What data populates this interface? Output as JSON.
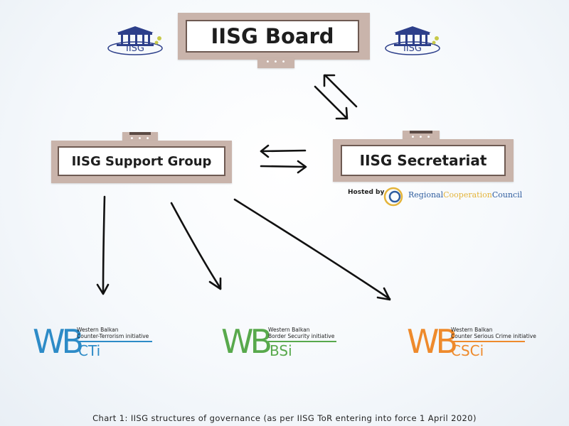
{
  "board": {
    "title": "IISG Board"
  },
  "support_group": {
    "title": "IISG Support Group"
  },
  "secretariat": {
    "title": "IISG Secretariat"
  },
  "hosted": {
    "label": "Hosted by",
    "org_part1": "Regional",
    "org_part2": "Cooperation",
    "org_part3": "Council"
  },
  "logos": {
    "iisg_text": "IISG"
  },
  "initiatives": [
    {
      "letters": "WB",
      "short": "CTi",
      "line1": "Western Balkan",
      "line2": "Counter-Terrorism initiative",
      "color": "#2d8bc7"
    },
    {
      "letters": "WB",
      "short": "BSi",
      "line1": "Western Balkan",
      "line2": "Border Security initiative",
      "color": "#58a94c"
    },
    {
      "letters": "WB",
      "short": "CSCi",
      "line1": "Western Balkan",
      "line2": "Counter Serious Crime initiative",
      "color": "#ee8a2c"
    }
  ],
  "tab_dots": "• • •",
  "caption": "Chart 1: IISG structures of governance (as per IISG ToR entering into force 1 April 2020)",
  "colors": {
    "box_fill": "#c9b4ab",
    "box_border": "#6e5a52",
    "rcc_blue": "#2f5d9e",
    "rcc_gold": "#e4b43a"
  }
}
